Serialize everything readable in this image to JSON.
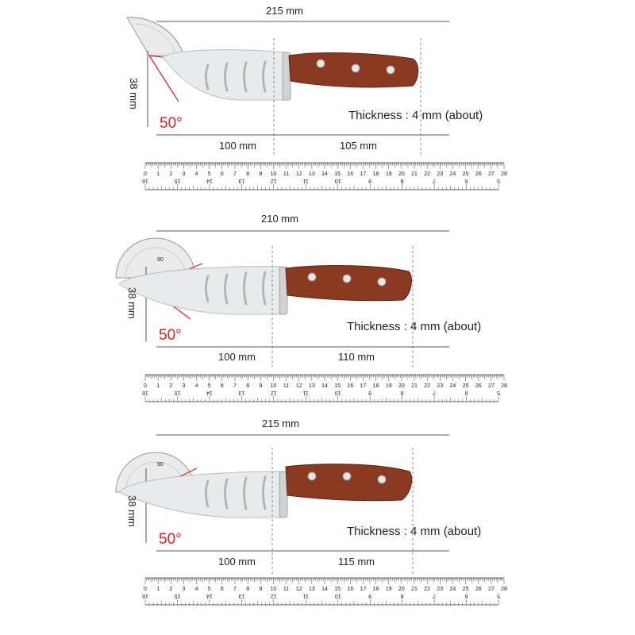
{
  "panels": [
    {
      "total": "215 mm",
      "height": "38 mm",
      "angle": "50°",
      "blade": "100 mm",
      "handle": "105 mm",
      "thickness": "Thickness : 4 mm (about)"
    },
    {
      "total": "210 mm",
      "height": "38 mm",
      "angle": "50°",
      "blade": "100 mm",
      "handle": "110 mm",
      "thickness": "Thickness : 4 mm (about)"
    },
    {
      "total": "215 mm",
      "height": "38 mm",
      "angle": "50°",
      "blade": "100 mm",
      "handle": "115 mm",
      "thickness": "Thickness : 4 mm (about)"
    }
  ],
  "ruler": {
    "cm_labels": [
      "0",
      "1",
      "2",
      "3",
      "4",
      "5",
      "6",
      "7",
      "8",
      "9",
      "10",
      "11",
      "12",
      "13",
      "14",
      "15",
      "16",
      "17",
      "18",
      "19",
      "20",
      "21",
      "22",
      "23",
      "24",
      "25",
      "26",
      "27",
      "28"
    ],
    "inch_labels": [
      "16",
      "15",
      "14",
      "13",
      "12",
      "11",
      "10",
      "9",
      "8",
      "7",
      "6",
      "5"
    ]
  },
  "protractor": {
    "mark": "90"
  },
  "colors": {
    "angle_red": "#e02020",
    "handle_wood": "#8b3a22",
    "blade_steel": "#e8eaec"
  }
}
